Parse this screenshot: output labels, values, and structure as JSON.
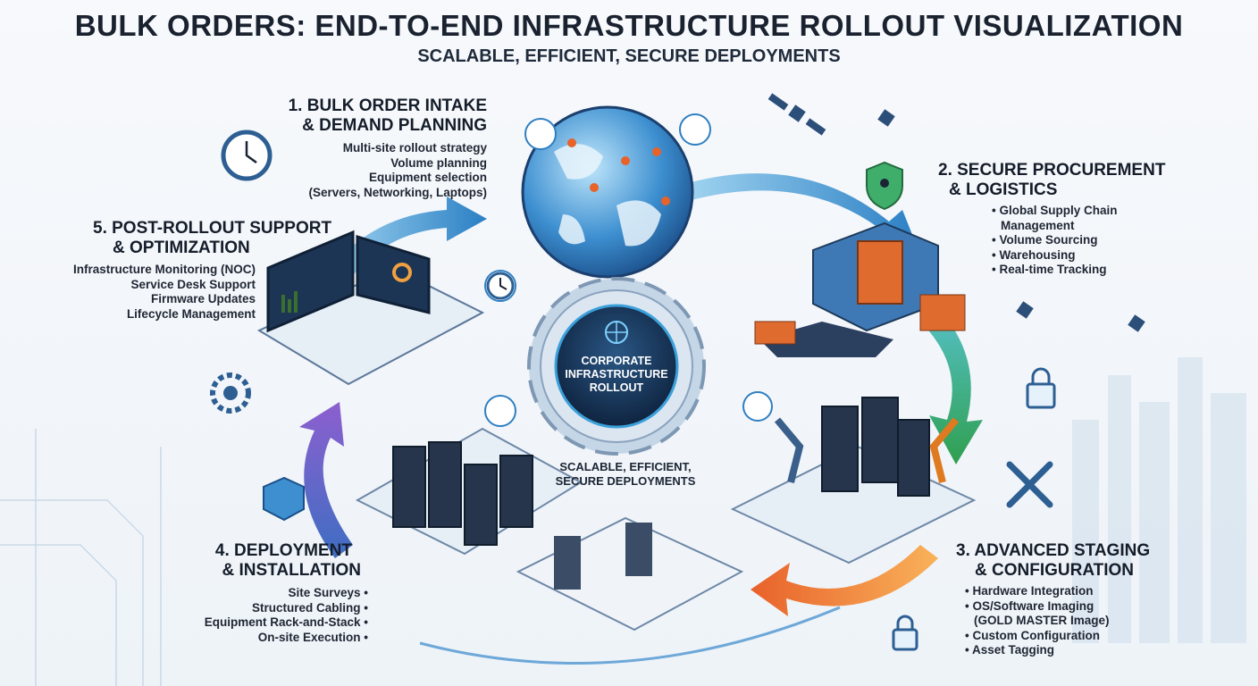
{
  "header": {
    "title": "BULK ORDERS: END-TO-END INFRASTRUCTURE ROLLOUT VISUALIZATION",
    "subtitle": "SCALABLE, EFFICIENT, SECURE DEPLOYMENTS"
  },
  "center": {
    "label": "CORPORATE INFRASTRUCTURE ROLLOUT",
    "caption": "SCALABLE, EFFICIENT, SECURE DEPLOYMENTS"
  },
  "steps": [
    {
      "title_1": "1. BULK ORDER INTAKE",
      "title_2": "& DEMAND PLANNING",
      "items": [
        "Multi-site rollout strategy",
        "Volume planning",
        "Equipment selection",
        "(Servers, Networking, Laptops)"
      ]
    },
    {
      "title_1": "2. SECURE PROCUREMENT",
      "title_2": "& LOGISTICS",
      "items": [
        "• Global Supply Chain",
        "Management",
        "• Volume Sourcing",
        "• Warehousing",
        "• Real-time Tracking"
      ]
    },
    {
      "title_1": "3. ADVANCED STAGING",
      "title_2": "& CONFIGURATION",
      "items": [
        "• Hardware Integration",
        "• OS/Software Imaging",
        "(GOLD MASTER Image)",
        "• Custom Configuration",
        "• Asset Tagging"
      ]
    },
    {
      "title_1": "4. DEPLOYMENT",
      "title_2": "& INSTALLATION",
      "items": [
        "Site Surveys •",
        "Structured Cabling •",
        "Equipment Rack-and-Stack •",
        "On-site Execution •"
      ]
    },
    {
      "title_1": "5. POST-ROLLOUT SUPPORT",
      "title_2": "& OPTIMIZATION",
      "items": [
        "Infrastructure Monitoring (NOC)",
        "Service Desk Support",
        "Firmware Updates",
        "Lifecycle Management"
      ]
    }
  ],
  "colors": {
    "navy": "#1b2f4a",
    "blue": "#2f7fc1",
    "green": "#3fae6a",
    "orange": "#f07a2a",
    "purple": "#7b5cc4",
    "teal": "#3aa7c9"
  }
}
